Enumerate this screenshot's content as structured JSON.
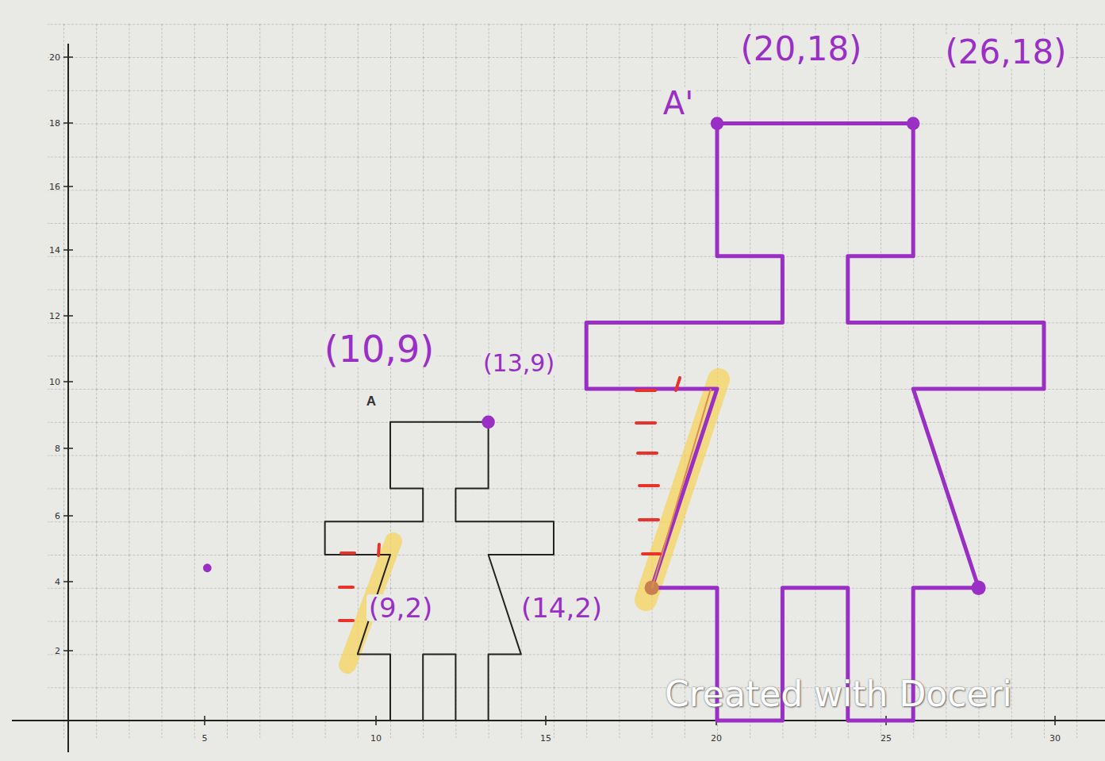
{
  "diagram": {
    "labels": [
      "20",
      "18",
      "16",
      "14",
      "12",
      "10",
      "8",
      "6",
      "4",
      "2",
      "5",
      "10",
      "15",
      "20",
      "25",
      "30",
      "A",
      "(10,9)",
      "(13,9)",
      "(9,2)",
      "(14,2)",
      "A'",
      "(20,18)",
      "(26,18)",
      "Created with Doceri"
    ]
  }
}
